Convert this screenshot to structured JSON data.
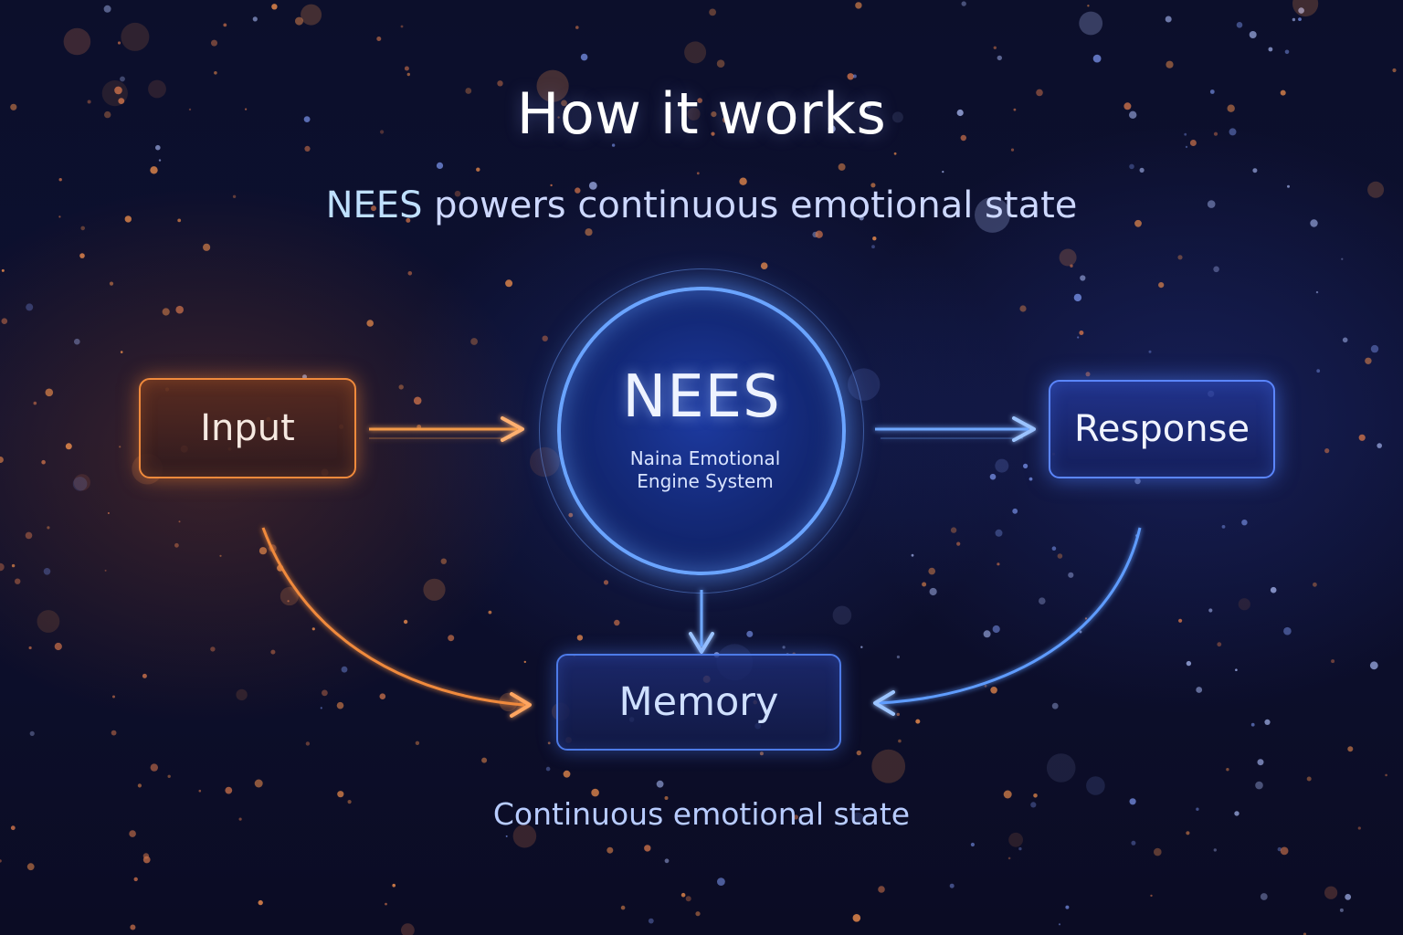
{
  "header": {
    "title": "How it works",
    "subtitle_accent": "NEES",
    "subtitle_rest": " powers continuous emotional state"
  },
  "nodes": {
    "input": "Input",
    "core_title": "NEES",
    "core_subtitle": "Naina Emotional Engine System",
    "response": "Response",
    "memory": "Memory"
  },
  "footer": {
    "caption": "Continuous emotional state"
  },
  "colors": {
    "background": "#0c0f2b",
    "input_accent": "#f08a3c",
    "core_accent": "#6aa4ff",
    "response_accent": "#5b86ff",
    "memory_accent": "#4d7be8"
  }
}
